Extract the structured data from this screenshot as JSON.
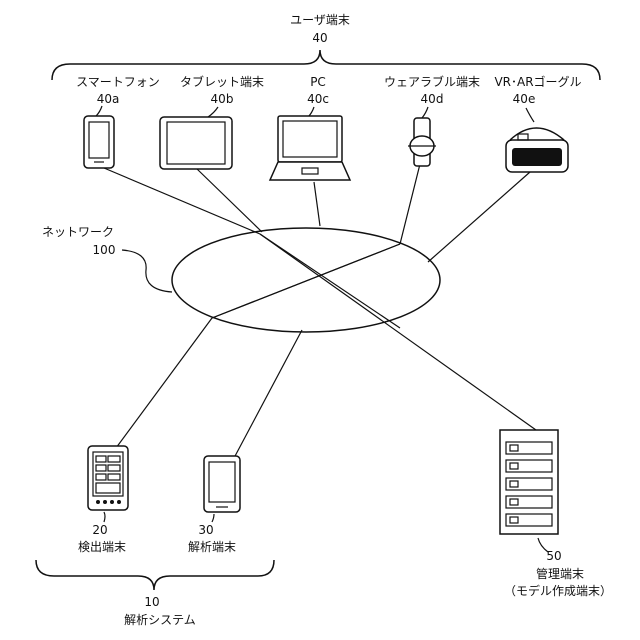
{
  "user_terminal": {
    "title": "ユーザ端末",
    "number": "40"
  },
  "devices": {
    "smartphone": {
      "label": "スマートフォン",
      "number": "40a"
    },
    "tablet": {
      "label": "タブレット端末",
      "number": "40b"
    },
    "pc": {
      "label": "PC",
      "number": "40c"
    },
    "wearable": {
      "label": "ウェアラブル端末",
      "number": "40d"
    },
    "vr_ar": {
      "label": "VR･ARゴーグル",
      "number": "40e"
    }
  },
  "network": {
    "label": "ネットワーク",
    "number": "100"
  },
  "detection_terminal": {
    "number": "20",
    "label": "検出端末"
  },
  "analysis_terminal": {
    "number": "30",
    "label": "解析端末"
  },
  "analysis_system": {
    "number": "10",
    "label": "解析システム"
  },
  "management_terminal": {
    "number": "50",
    "label": "管理端末",
    "sublabel": "（モデル作成端末）"
  }
}
